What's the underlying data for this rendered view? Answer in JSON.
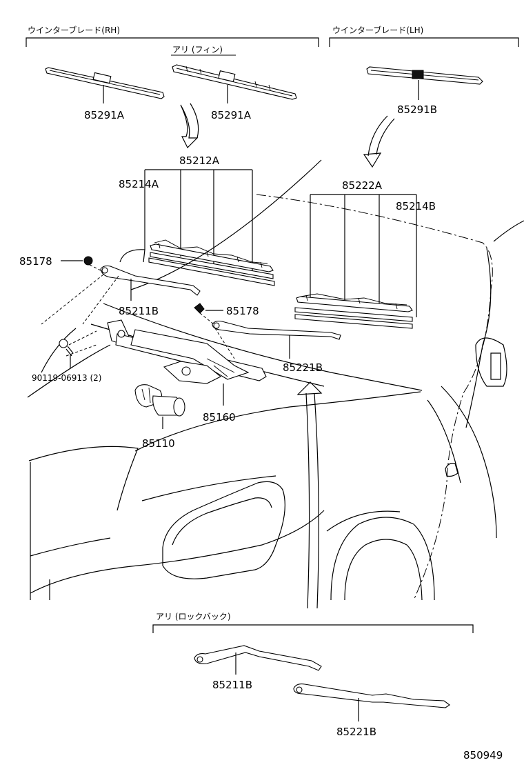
{
  "sections": {
    "winter_blade_rh": "ウインターブレード(RH)",
    "winter_blade_lh": "ウインターブレード(LH)",
    "with_fin": "アリ (フィン)",
    "with_lockback": "アリ (ロックバック)"
  },
  "parts": {
    "p85291A_1": "85291A",
    "p85291A_2": "85291A",
    "p85291B": "85291B",
    "p85212A": "85212A",
    "p85214A": "85214A",
    "p85222A": "85222A",
    "p85214B": "85214B",
    "p85178_1": "85178",
    "p85178_2": "85178",
    "p85211B_1": "85211B",
    "p85221B_1": "85221B",
    "p90119": "90119-06913 (2)",
    "p85160": "85160",
    "p85110": "85110",
    "p85211B_2": "85211B",
    "p85221B_2": "85221B"
  },
  "diagram_id": "850949"
}
